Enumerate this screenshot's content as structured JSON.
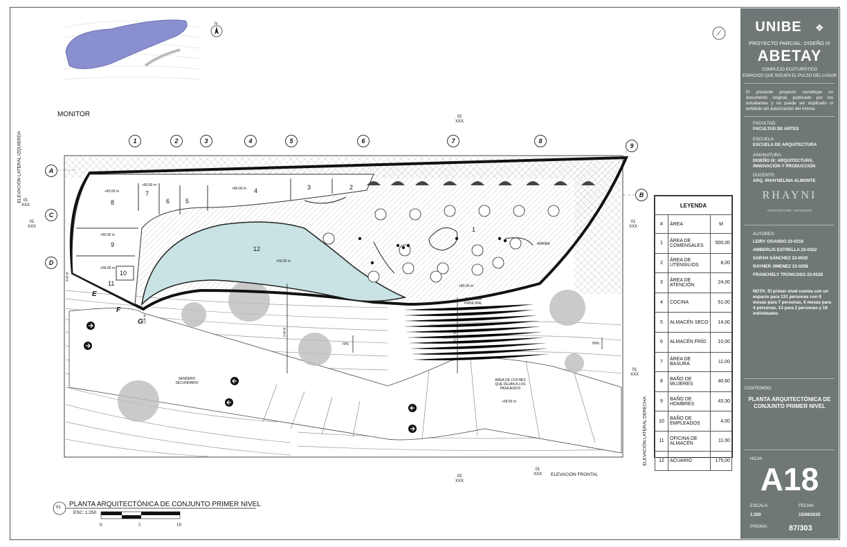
{
  "sheet": {
    "monitor_label": "MONITOR",
    "view_title": "PLANTA ARQUITECTÓNICA DE CONJUNTO PRIMER NIVEL",
    "view_number": "01",
    "scale_label": "ESC: 1:250",
    "scale_bar_ticks": [
      "0",
      "5",
      "10"
    ]
  },
  "grid_columns": [
    "1",
    "2",
    "3",
    "4",
    "5",
    "6",
    "7",
    "8",
    "9"
  ],
  "grid_rows": [
    "A",
    "B",
    "C",
    "D",
    "E",
    "F",
    "G"
  ],
  "section_marks": {
    "top": {
      "num": "02",
      "sheet": "XXX"
    },
    "bottom": {
      "num": "02",
      "sheet": "XXX"
    },
    "left": {
      "num": "01",
      "sheet": "XXX"
    },
    "left2": {
      "num": "01",
      "sheet": "XXX"
    },
    "right": {
      "num": "01",
      "sheet": "XXX"
    },
    "right2": {
      "num": "01",
      "sheet": "XXX"
    },
    "front": {
      "num": "01",
      "sheet": "XXX"
    }
  },
  "elevations": {
    "left": "ELEVACIÓN LATERAL IZQUIERDA",
    "right": "ELEVACIÓN LATERAL DERECHA",
    "front": "ELEVACIÓN FRONTAL"
  },
  "plan_labels": {
    "entrada": "ENTRADA PRINCIPAL",
    "arriba": "ARRIBA",
    "sendero": "SENDERO SECUNDARIO",
    "area_coches": "ÁREA DE COCHES QUE DEJAN A LOS PASAJEROS",
    "slope_left": "70%",
    "slope_right": "60%",
    "levels": [
      "+80.00 m",
      "+80.00 m",
      "+80.00 m",
      "+80.00 m",
      "+68.00 m",
      "+59.00 m",
      "+80.00 m",
      "+58.00 m"
    ],
    "room_numbers": [
      "1",
      "2",
      "3",
      "4",
      "5",
      "6",
      "7",
      "8",
      "9",
      "10",
      "11",
      "12"
    ],
    "dims": [
      "3.00 M",
      "3.00 M",
      "3.00 M",
      "4.50 M"
    ]
  },
  "legend": {
    "title": "LEYENDA",
    "headers": [
      "#",
      "ÁREA",
      "M"
    ],
    "rows": [
      {
        "n": "1",
        "area": "Área de comensales",
        "m": "500,00"
      },
      {
        "n": "2",
        "area": "Área de utensilios",
        "m": "8,00"
      },
      {
        "n": "3",
        "area": "Área de atención",
        "m": "24,00"
      },
      {
        "n": "4",
        "area": "Cocina",
        "m": "51,00"
      },
      {
        "n": "5",
        "area": "Almacén seco",
        "m": "14,00"
      },
      {
        "n": "6",
        "area": "Almacén frío",
        "m": "10,00"
      },
      {
        "n": "7",
        "area": "Área de basura",
        "m": "11,00"
      },
      {
        "n": "8",
        "area": "Baño de mujeres",
        "m": "40,60"
      },
      {
        "n": "9",
        "area": "Baño de hombres",
        "m": "43,30"
      },
      {
        "n": "10",
        "area": "Baño de empleados",
        "m": "4,00"
      },
      {
        "n": "11",
        "area": "Oficina de almacén",
        "m": "11,00"
      },
      {
        "n": "12",
        "area": "Acuario",
        "m": "175,00"
      }
    ]
  },
  "panel": {
    "logo": "UNIBE",
    "project_line": "PROYECTO PARCIAL: DISEÑO IX",
    "project_name": "ABETAY",
    "subtitle1": "COMPLEJO ECOTURÍSTICO",
    "subtitle2": "ESPACIOS QUE SIGUEN EL PULSO DEL LUGAR",
    "disclaimer": "El presente proyecto constituye un documento original, publicado por los estudiantes y no puede ser duplicado ni exhibido sin autorización del mismo.",
    "facultad_label": "FACULTAD:",
    "facultad": "FACULTAD DE ARTES",
    "escuela_label": "ESCUELA:",
    "escuela": "ESCUELA DE ARQUITECTURA",
    "asignatura_label": "ASIGNATURA:",
    "asignatura": "DISEÑO IX: ARQUITECTURA, INNOVACIÓN Y PRODUCCIÓN",
    "docente_label": "DOCENTE:",
    "docente": "ARQ. RHAYNELINA ALMONTE",
    "brand": "RHAYNI",
    "brand_sub": "ARCHITECTURE + INTERIORS",
    "autores_label": "AUTORES:",
    "autores": [
      "LEIRY OGANDO 23-0216",
      "AMBERLIS ESTRELLA 23-0322",
      "SARAH SÁNCHEZ 23-0532",
      "RAYNER JIMENEZ 23-0258",
      "FRANCHELY TRONCOSO 23-0528"
    ],
    "nota": "NOTA: El primer nivel cuenta con un espacio para 131 personas con 9 mesas para 7 personas, 6 mesas para 4 personas, 13 para 2 personas y 18 individuales",
    "contenido_label": "CONTENIDO:",
    "contenido": "PLANTA ARQUITECTÓNICA DE CONJUNTO PRIMER NIVEL",
    "hoja_label": "HOJA:",
    "hoja": "A18",
    "escala_label": "ESCALA:",
    "escala": "1.250",
    "fecha_label": "FECHA:",
    "fecha": "15/08/2025",
    "pagina_label": "PÁGINA:",
    "pagina": "87/303"
  },
  "colors": {
    "panel_bg": "#6f7777",
    "water": "#c9e3e4",
    "site_plan_blue": "#8a8fd0"
  }
}
